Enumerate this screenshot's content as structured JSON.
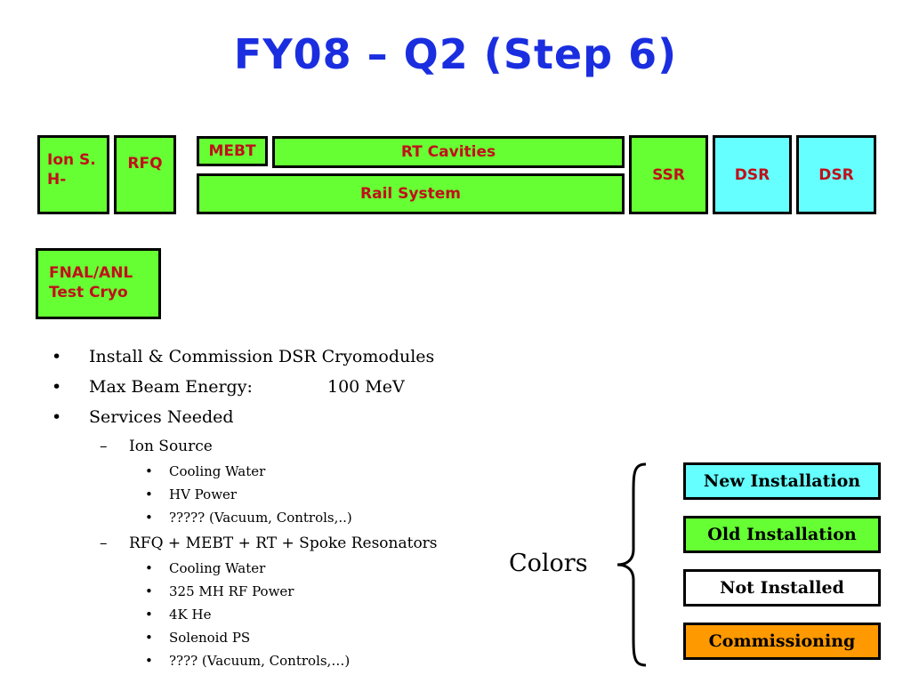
{
  "title": "FY08 – Q2 (Step 6)",
  "boxes": {
    "ion_source": [
      "Ion S.",
      "H-"
    ],
    "rfq": "RFQ",
    "mebt": "MEBT",
    "rt_cavities": "RT Cavities",
    "rail_system": "Rail System",
    "ssr": "SSR",
    "dsr1": "DSR",
    "dsr2": "DSR",
    "test_cryo": [
      "FNAL/ANL",
      "Test Cryo"
    ]
  },
  "bullets": {
    "install": "Install & Commission DSR Cryomodules",
    "max_beam_label": "Max Beam Energy:",
    "max_beam_value": "100 MeV",
    "services": "Services Needed",
    "ion_source": "Ion Source",
    "ion_items": [
      "Cooling Water",
      "HV Power",
      "????? (Vacuum, Controls,..)"
    ],
    "rfq_group": "RFQ + MEBT + RT + Spoke Resonators",
    "rfq_items": [
      "Cooling Water",
      "325 MH RF Power",
      "4K He",
      "Solenoid PS",
      "???? (Vacuum, Controls,…)"
    ]
  },
  "legend": {
    "label": "Colors",
    "items": [
      {
        "label": "New Installation",
        "color": "#66ffff"
      },
      {
        "label": "Old Installation",
        "color": "#66ff33"
      },
      {
        "label": "Not Installed",
        "color": "#ffffff"
      },
      {
        "label": "Commissioning",
        "color": "#ff9900"
      }
    ]
  },
  "colors": {
    "title": "#1a2ee0",
    "box_text": "#c0101a",
    "green": "#66ff33",
    "cyan": "#66ffff",
    "orange": "#ff9900"
  }
}
